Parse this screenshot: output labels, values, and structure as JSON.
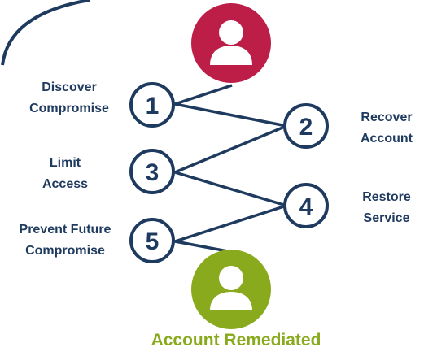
{
  "steps": [
    {
      "number": "1",
      "label_lines": [
        "Discover",
        "Compromise"
      ]
    },
    {
      "number": "2",
      "label_lines": [
        "Recover",
        "Account"
      ]
    },
    {
      "number": "3",
      "label_lines": [
        "Limit",
        "Access"
      ]
    },
    {
      "number": "4",
      "label_lines": [
        "Restore",
        "Service"
      ]
    },
    {
      "number": "5",
      "label_lines": [
        "Prevent Future",
        "Compromise"
      ]
    }
  ],
  "start_avatar": {
    "icon": "user-icon",
    "color": "#bd1e48"
  },
  "end_avatar": {
    "icon": "user-icon",
    "color": "#8aaa1e"
  },
  "result": {
    "caption": "Account Remediated"
  },
  "colors": {
    "navy": "#1f3a5f",
    "start": "#bd1e48",
    "end": "#8aaa1e"
  }
}
